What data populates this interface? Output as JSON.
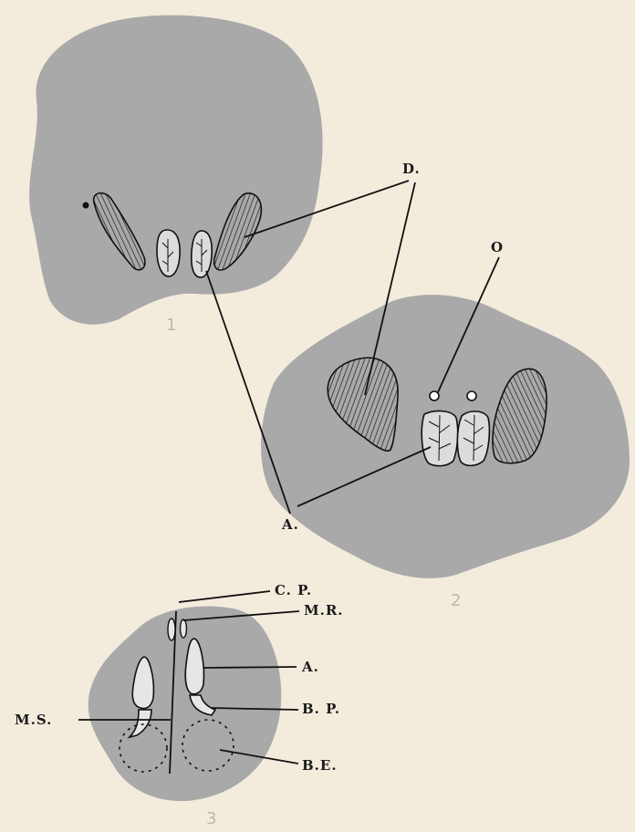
{
  "labels": {
    "D": "D.",
    "O": "O",
    "A": "A.",
    "CP": "C. P.",
    "MR": "M.R.",
    "A3": "A.",
    "BP": "B. P.",
    "MS": "M.S.",
    "BE": "B.E."
  },
  "figure_numbers": {
    "fig1": "1",
    "fig2": "2",
    "fig3": "3"
  },
  "colors": {
    "paper": "#f3ecdd",
    "section": "#a9a9a9",
    "ink": "#111111"
  }
}
